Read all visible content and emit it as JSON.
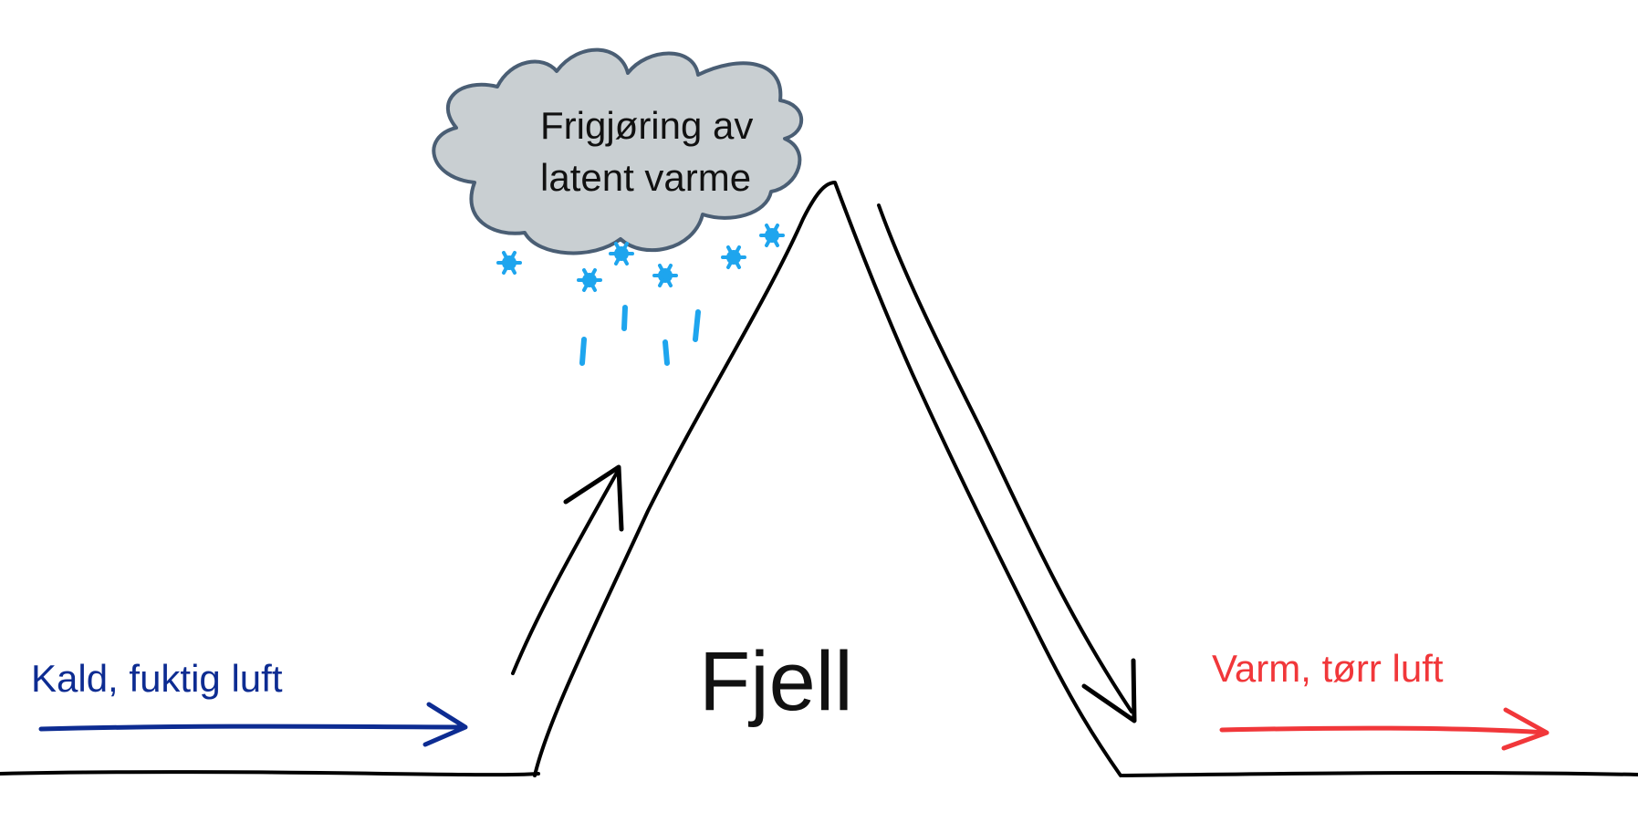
{
  "cloud": {
    "line1": "Frigjøring av",
    "line2": "latent varme"
  },
  "mountain": {
    "label": "Fjell"
  },
  "left_air": {
    "label": "Kald, fuktig luft"
  },
  "right_air": {
    "label": "Varm, tørr luft"
  },
  "colors": {
    "cloud_fill": "#c9cfd2",
    "cloud_outline": "#4a5e74",
    "precipitation": "#1ea5ee",
    "cold_air": "#0d2c92",
    "warm_air": "#f1373a",
    "ink": "#000000"
  },
  "icons": {
    "cloud": "cloud-icon",
    "snowflake": "snowflake-icon",
    "raindrop": "raindrop-icon"
  }
}
